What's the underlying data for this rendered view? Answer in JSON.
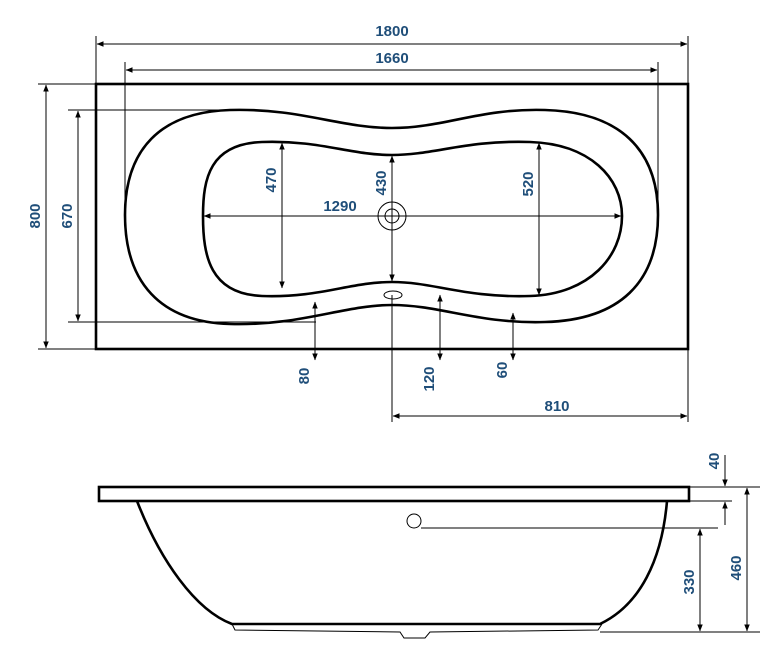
{
  "top_view": {
    "dim_overall_length": "1800",
    "dim_inner_length": "1660",
    "dim_overall_width": "800",
    "dim_inner_width": "670",
    "dim_bottom_length": "1290",
    "dim_bottom_left_width": "470",
    "dim_drain_offset": "430",
    "dim_bottom_right_width": "520",
    "dim_left_rim": "80",
    "dim_mid_rim": "120",
    "dim_right_rim": "60",
    "dim_drain_to_end": "810"
  },
  "side_view": {
    "dim_rim_thickness": "40",
    "dim_overflow_height": "330",
    "dim_total_height": "460"
  }
}
